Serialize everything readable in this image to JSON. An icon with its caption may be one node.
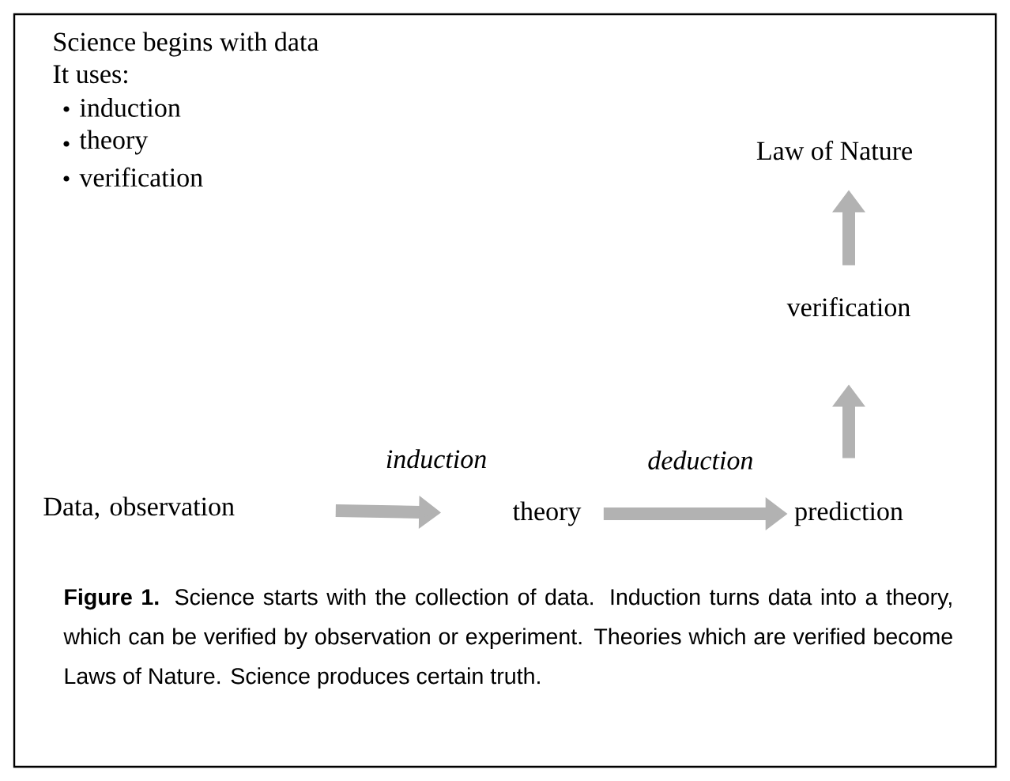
{
  "diagram": {
    "caption": "**Figure 1.** Science starts with the collection of data. Induction turns data into a theory, which can be verified by observation or experiment. Theories which are verified become Laws of Nature. Science produces certain truth.",
    "nodes": [
      {
        "text": [
          "Data, observation"
        ]
      },
      {
        "text": [
          "theory"
        ]
      },
      {
        "text": [
          "prediction"
        ]
      },
      {
        "text": [
          "verification"
        ]
      },
      {
        "text": [
          "Law of Nature"
        ]
      }
    ],
    "edges": [
      {
        "from": 0,
        "to": 1,
        "arrow": "to",
        "label": "induction"
      },
      {
        "from": 1,
        "to": 2,
        "arrow": "to",
        "label": "deduction"
      },
      {
        "from": 2,
        "to": 3,
        "arrow": "to"
      },
      {
        "from": 3,
        "to": 4,
        "arrow": "to"
      }
    ],
    "labels": [
      "Science begins with data",
      "It uses:",
      "induction",
      "theory",
      "verification"
    ]
  }
}
